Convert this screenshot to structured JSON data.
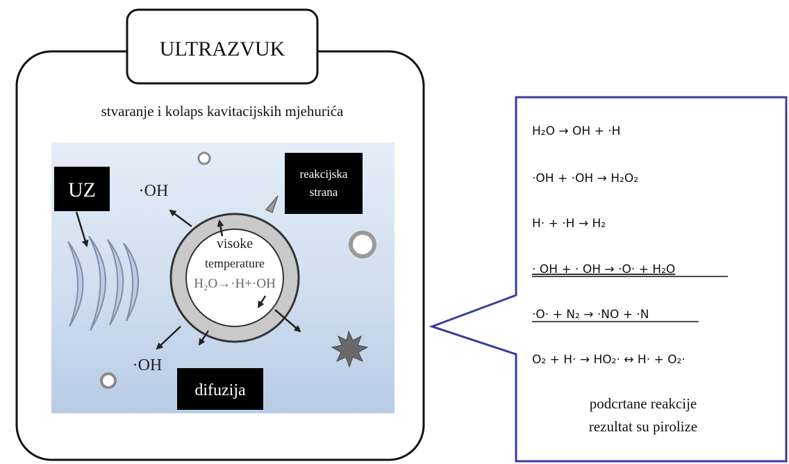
{
  "main_box": {
    "title": "ULTRAZVUK",
    "subtitle": "stvaranje i kolaps kavitacijskih mjehurića"
  },
  "illustration": {
    "uz_label": "UZ",
    "oh_top": "·OH",
    "oh_bottom": "·OH",
    "reaction_site_line1": "reakcijska",
    "reaction_site_line2": "strana",
    "bubble_line1": "visoke",
    "bubble_line2": "temperature",
    "bubble_reaction": "H₂O→·H+·OH",
    "diffusion_label": "difuzija",
    "colors": {
      "background_top": "#dfe9f5",
      "background_bottom": "#b9cde6",
      "bubble_ring": "#c8c8c8",
      "label_box": "#000000"
    }
  },
  "reactions_box": {
    "border_color": "#3a3aa0",
    "reactions": [
      {
        "text": "H₂O → OH +  ·H",
        "underlined": false
      },
      {
        "text": "·OH + ·OH  → H₂O₂",
        "underlined": false
      },
      {
        "text": "H· + ·H → H₂",
        "underlined": false
      },
      {
        "text": "· OH + · OH → ·O· + H₂O",
        "underlined": true
      },
      {
        "text": "·O·  + N₂ → ·NO + ·N",
        "underlined": true
      },
      {
        "text": "O₂ + H·  → HO₂·  ↔ H·  + O₂·",
        "underlined": false
      }
    ],
    "note_line1": "podcrtane reakcije",
    "note_line2": "rezultat su pirolize"
  }
}
